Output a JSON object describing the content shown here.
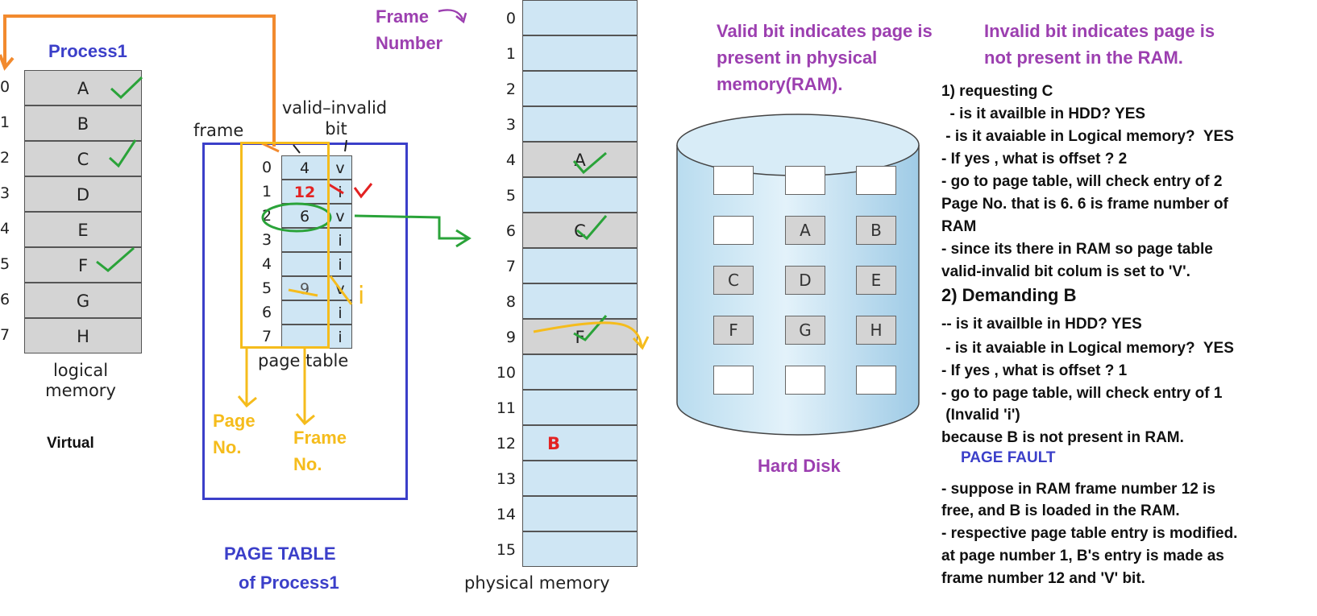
{
  "frame_number_label": [
    "Frame",
    "Number"
  ],
  "process_title": "Process1",
  "logical_memory": {
    "indices": [
      "0",
      "1",
      "2",
      "3",
      "4",
      "5",
      "6",
      "7"
    ],
    "pages": [
      "A",
      "B",
      "C",
      "D",
      "E",
      "F",
      "G",
      "H"
    ],
    "caption": [
      "logical",
      "memory"
    ]
  },
  "virtual_label": "Virtual",
  "page_table": {
    "valid_invalid_header": [
      "valid–invalid",
      "bit"
    ],
    "frame_header": "frame",
    "indices": [
      "0",
      "1",
      "2",
      "3",
      "4",
      "5",
      "6",
      "7"
    ],
    "frames": [
      "4",
      "12",
      "6",
      "",
      "",
      "9",
      "",
      ""
    ],
    "bits": [
      "v",
      "i",
      "v",
      "i",
      "i",
      "v",
      "i",
      "i"
    ],
    "caption": "page table",
    "annotation_v": "v",
    "annotation_i": "i"
  },
  "page_no_label": [
    "Page",
    "No."
  ],
  "frame_no_label": [
    "Frame",
    "No."
  ],
  "page_table_title": [
    "PAGE TABLE",
    "of Process1"
  ],
  "physical_memory": {
    "indices": [
      "0",
      "1",
      "2",
      "3",
      "4",
      "5",
      "6",
      "7",
      "8",
      "9",
      "10",
      "11",
      "12",
      "13",
      "14",
      "15"
    ],
    "contents": [
      "",
      "",
      "",
      "",
      "A",
      "",
      "C",
      "",
      "",
      "F",
      "",
      "",
      "B",
      "",
      "",
      ""
    ],
    "caption": "physical memory"
  },
  "valid_text": [
    "Valid bit indicates page is",
    "present in physical",
    "memory(RAM)."
  ],
  "invalid_text": [
    "Invalid bit indicates page is",
    "not present in the RAM."
  ],
  "hard_disk": {
    "label": "Hard Disk",
    "rows": [
      [
        "",
        "",
        ""
      ],
      [
        "",
        "A",
        "B"
      ],
      [
        "C",
        "D",
        "E"
      ],
      [
        "F",
        "G",
        "H"
      ],
      [
        "",
        "",
        ""
      ]
    ]
  },
  "notes": {
    "c1": "1) requesting C",
    "c2": "  - is it availble in HDD? YES",
    "c3": " - is it avaiable in Logical memory?  YES",
    "c4": "- If yes , what is offset ? 2",
    "c5": "- go to page table, will check entry of 2",
    "c6": "Page No. that is 6. 6 is frame number of",
    "c7": "RAM",
    "c8": "- since its there in RAM so page table",
    "c9": "valid-invalid bit colum is set to 'V'.",
    "b1": "2) Demanding B",
    "b2": "-- is it availble in HDD? YES",
    "b3": " - is it avaiable in Logical memory?  YES",
    "b4": "- If yes , what is offset ? 1",
    "b5": "- go to page table, will check entry of 1",
    "b6": " (Invalid 'i')",
    "b7": "because B is not present in RAM.",
    "page_fault": "PAGE FAULT",
    "s1": "- suppose in RAM frame number 12 is",
    "s2": "free, and B is loaded in the RAM.",
    "s3": "- respective page table entry is modified.",
    "s4": "at page number 1, B's entry is made as",
    "s5": "frame number 12 and 'V' bit."
  },
  "colors": {
    "orange": "#f28a2e",
    "green": "#2aa339",
    "purple": "#9c3fb0",
    "yellow": "#f5bc1c",
    "blue": "#3b3fc9",
    "red": "#e32222",
    "cell_blue": "#cfe6f4",
    "cell_grey": "#d4d4d4"
  }
}
